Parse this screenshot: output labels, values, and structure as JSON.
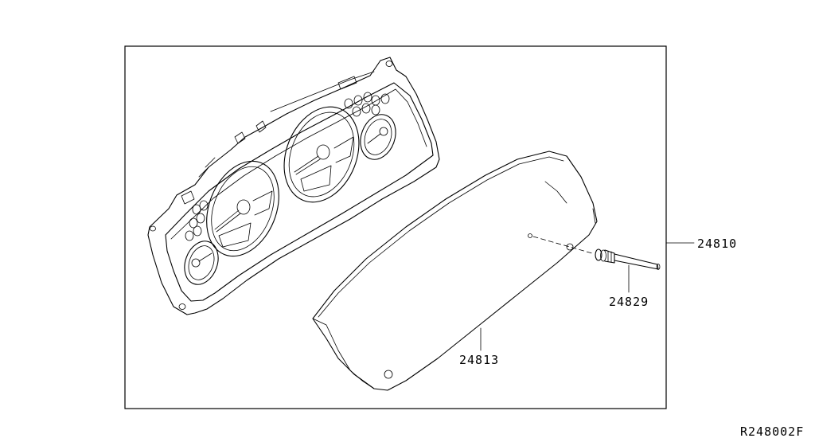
{
  "diagram_code": "R248002F",
  "parts": [
    {
      "number": "24810",
      "description_ref": "combination meter assembly"
    },
    {
      "number": "24829",
      "description_ref": "trip reset knob"
    },
    {
      "number": "24813",
      "description_ref": "meter lens"
    }
  ],
  "style": {
    "line_color": "#000000",
    "background": "#ffffff"
  }
}
